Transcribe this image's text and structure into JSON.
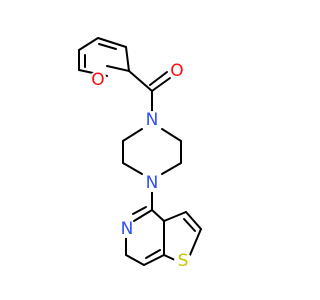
{
  "atoms": {
    "O_furan": "O",
    "O_carbonyl": "O",
    "N_piperazine_top": "N",
    "N_piperazine_bottom": "N",
    "N_pyridine": "N",
    "S_thiophene": "S"
  },
  "colors": {
    "bond": "#000000",
    "oxygen": "#ff0d0d",
    "nitrogen": "#3050f8",
    "sulfur": "#c6c600"
  }
}
